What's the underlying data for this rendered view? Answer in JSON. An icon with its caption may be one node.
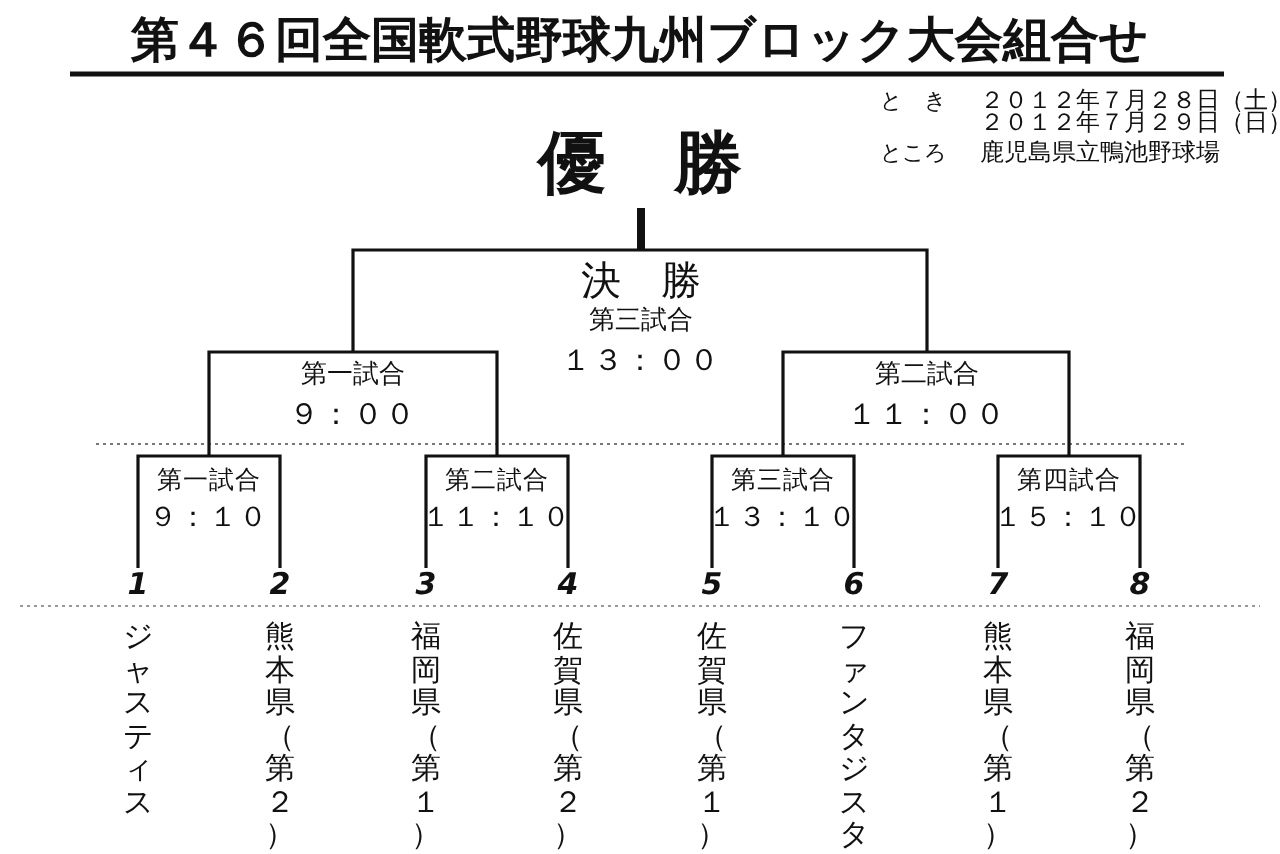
{
  "diagram": {
    "title": "第４６回全国軟式野球九州ブロック大会組合せ",
    "nodes": [
      {
        "text": [
          "優　勝"
        ]
      },
      {
        "text": [
          "決　勝",
          "第三試合",
          "１３：００"
        ]
      },
      {
        "text": [
          "第一試合",
          "９：００"
        ]
      },
      {
        "text": [
          "第二試合",
          "１１：００"
        ]
      },
      {
        "text": [
          "第一試合",
          "９：１０"
        ]
      },
      {
        "text": [
          "第二試合",
          "１１：１０"
        ]
      },
      {
        "text": [
          "第三試合",
          "１３：１０"
        ]
      },
      {
        "text": [
          "第四試合",
          "１５：１０"
        ]
      },
      {
        "text": [
          "1",
          "ジャスティス"
        ]
      },
      {
        "text": [
          "2",
          "熊本県（第２）"
        ]
      },
      {
        "text": [
          "3",
          "福岡県（第１）"
        ]
      },
      {
        "text": [
          "4",
          "佐賀県（第２）"
        ]
      },
      {
        "text": [
          "5",
          "佐賀県（第１）"
        ]
      },
      {
        "text": [
          "6",
          "ファンタジスタ"
        ]
      },
      {
        "text": [
          "7",
          "熊本県（第１）"
        ]
      },
      {
        "text": [
          "8",
          "福岡県（第２）"
        ]
      }
    ],
    "edges": [
      {
        "from": 1,
        "to": 0,
        "arrow": "none",
        "style": "thick"
      },
      {
        "from": 2,
        "to": 1,
        "arrow": "none"
      },
      {
        "from": 3,
        "to": 1,
        "arrow": "none"
      },
      {
        "from": 4,
        "to": 2,
        "arrow": "none"
      },
      {
        "from": 5,
        "to": 2,
        "arrow": "none"
      },
      {
        "from": 6,
        "to": 3,
        "arrow": "none"
      },
      {
        "from": 7,
        "to": 3,
        "arrow": "none"
      },
      {
        "from": 8,
        "to": 4,
        "arrow": "none"
      },
      {
        "from": 9,
        "to": 4,
        "arrow": "none"
      },
      {
        "from": 10,
        "to": 5,
        "arrow": "none"
      },
      {
        "from": 11,
        "to": 5,
        "arrow": "none"
      },
      {
        "from": 12,
        "to": 6,
        "arrow": "none"
      },
      {
        "from": 13,
        "to": 6,
        "arrow": "none"
      },
      {
        "from": 14,
        "to": 7,
        "arrow": "none"
      },
      {
        "from": 15,
        "to": 7,
        "arrow": "none"
      }
    ],
    "labels": [
      "と　き",
      "２０１２年７月２８日（土）",
      "２０１２年７月２９日（日）",
      "ところ",
      "鹿児島県立鴨池野球場"
    ]
  }
}
